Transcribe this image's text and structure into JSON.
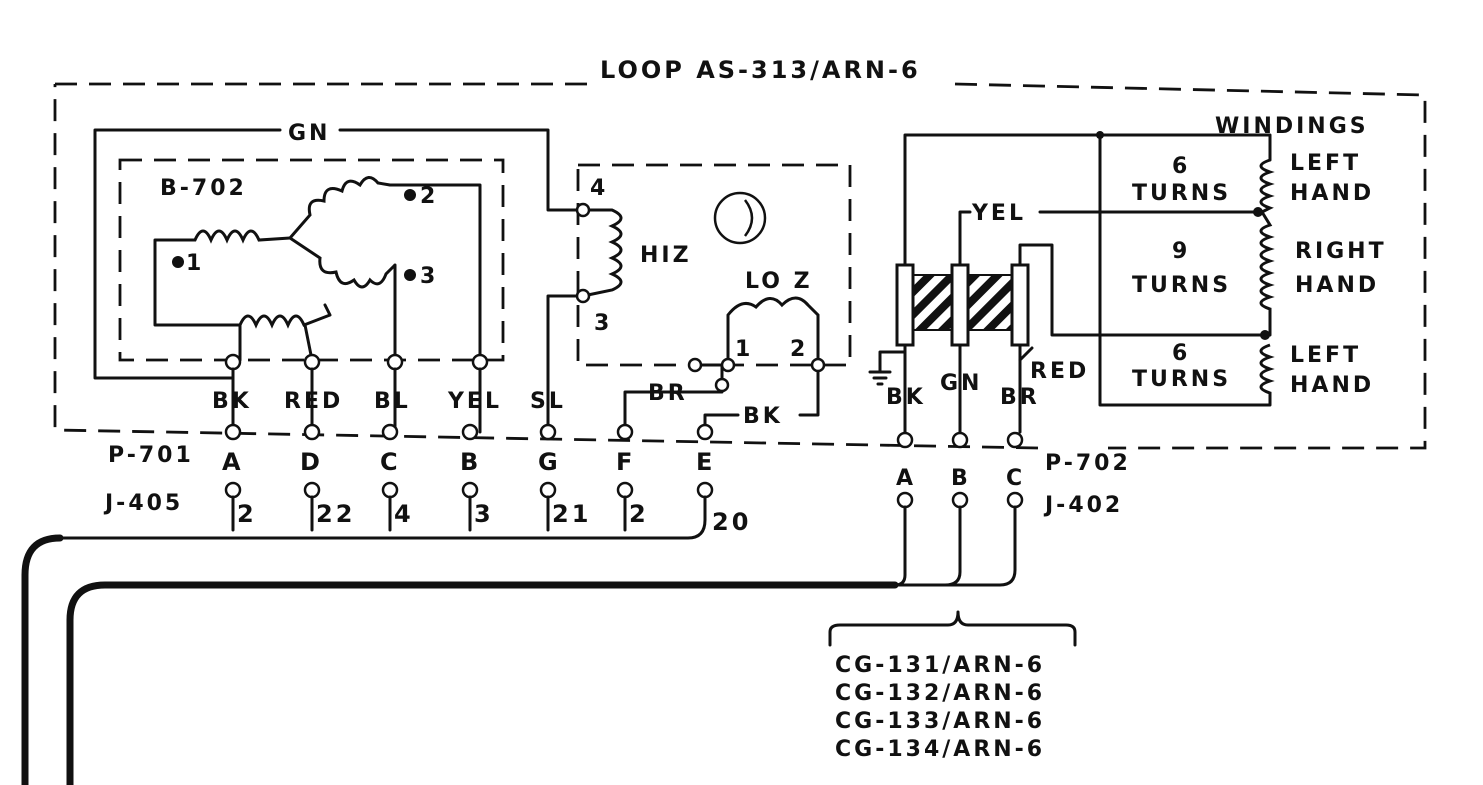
{
  "title": "LOOP AS-313/ARN-6",
  "windings": {
    "header": "WINDINGS",
    "top": {
      "turns": "6",
      "unit": "TURNS",
      "hand_1": "LEFT",
      "hand_2": "HAND"
    },
    "middle": {
      "turns": "9",
      "unit": "TURNS",
      "hand_1": "RIGHT",
      "hand_2": "HAND"
    },
    "bottom": {
      "turns": "6",
      "unit": "TURNS",
      "hand_1": "LEFT",
      "hand_2": "HAND"
    }
  },
  "goniometer": {
    "label": "B-702",
    "phase_1": "1",
    "phase_2": "2",
    "phase_3": "3"
  },
  "transformer": {
    "hiz_label": "HIZ",
    "hiz_pin_4": "4",
    "hiz_pin_3": "3",
    "loz_label": "LO Z",
    "loz_pin_1": "1",
    "loz_pin_2": "2",
    "symbol": "()"
  },
  "wires": {
    "gn_top": "GN",
    "br_left": "BR",
    "bk_right": "BK",
    "yel_loop": "YEL",
    "red_loop": "RED"
  },
  "p701": {
    "label": "P-701",
    "colors": [
      "BK",
      "RED",
      "BL",
      "YEL",
      "SL",
      "",
      ""
    ],
    "pins": [
      "A",
      "D",
      "C",
      "B",
      "G",
      "F",
      "E"
    ]
  },
  "j405": {
    "label": "J-405",
    "numbers": [
      "2",
      "22",
      "4",
      "3",
      "21",
      "2",
      "20"
    ]
  },
  "p702": {
    "label": "P-702",
    "colors": [
      "BK",
      "GN",
      "BR"
    ],
    "pins": [
      "A",
      "B",
      "C"
    ]
  },
  "j402": {
    "label": "J-402"
  },
  "cables": [
    "CG-131/ARN-6",
    "CG-132/ARN-6",
    "CG-133/ARN-6",
    "CG-134/ARN-6"
  ]
}
